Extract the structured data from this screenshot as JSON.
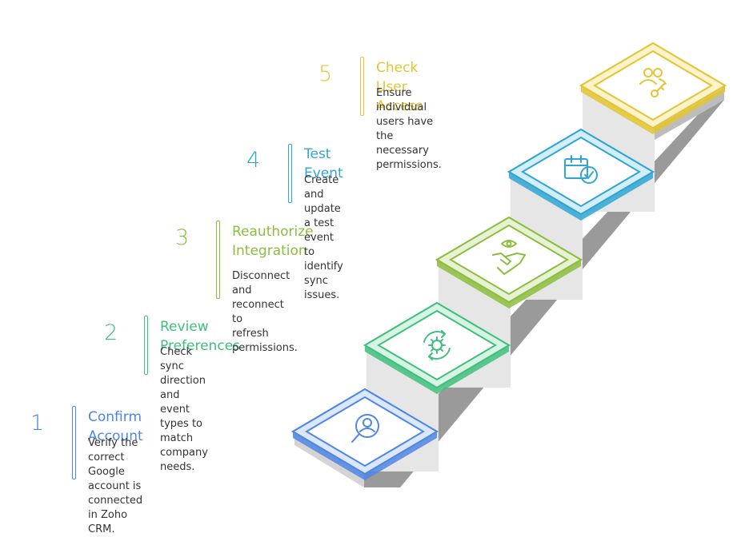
{
  "colors": {
    "step1": "#4f86e3",
    "step2": "#3fbf7d",
    "step3": "#8cbd3e",
    "step4": "#2fa6d1",
    "step5": "#e3c533"
  },
  "steps": [
    {
      "number": "1",
      "title": "Confirm Account",
      "description": "Verify the correct Google\naccount is connected in Zoho\nCRM.",
      "icon": "search-user-icon"
    },
    {
      "number": "2",
      "title": "Review Preferences",
      "description": "Check sync direction and event\ntypes to match company needs.",
      "icon": "gear-sync-icon"
    },
    {
      "number": "3",
      "title": "Reauthorize\nIntegration",
      "description": "Disconnect and reconnect to\nrefresh permissions.",
      "icon": "handshake-eye-icon"
    },
    {
      "number": "4",
      "title": "Test Event",
      "description": "Create and update a test event\nto identify sync issues.",
      "icon": "calendar-check-icon"
    },
    {
      "number": "5",
      "title": "Check User Access",
      "description": "Ensure individual users have the\nnecessary permissions.",
      "icon": "users-key-icon"
    }
  ]
}
